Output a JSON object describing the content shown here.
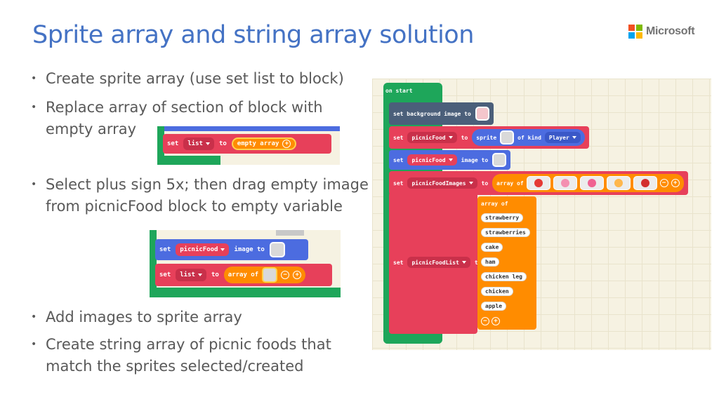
{
  "slide": {
    "title": "Sprite array and string array solution",
    "brand": "Microsoft"
  },
  "bullets": [
    {
      "dot": "•",
      "lines": [
        "Create sprite array (use set list to block)"
      ]
    },
    {
      "dot": "•",
      "lines": [
        "Replace array of section of block with",
        "empty array"
      ]
    },
    {
      "dot": "•",
      "lines": [
        "Select plus sign 5x; then drag empty image",
        "from picnicFood block to empty variable"
      ]
    },
    {
      "dot": "•",
      "lines": [
        "Add images to sprite array"
      ]
    },
    {
      "dot": "•",
      "lines": [
        "Create string array of picnic foods that",
        "match the sprites selected/created"
      ]
    }
  ],
  "snippet1": {
    "set": "set",
    "var": "list",
    "to": "to",
    "value": "empty array",
    "plus": "+"
  },
  "snippet2": {
    "set1": "set",
    "var1": "picnicFood",
    "op1": "image to",
    "set2": "set",
    "var2": "list",
    "to2": "to",
    "array_of": "array of",
    "minus": "−",
    "plus": "+"
  },
  "code": {
    "on_start": "on start",
    "bg_label": "set background image to",
    "row2": {
      "set": "set",
      "var": "picnicFood",
      "to": "to",
      "sprite": "sprite",
      "of_kind": "of kind",
      "kind": "Player"
    },
    "row3": {
      "set": "set",
      "var": "picnicFood",
      "op": "image to"
    },
    "row4": {
      "set": "set",
      "var": "picnicFoodImages",
      "to": "to",
      "array_of": "array of"
    },
    "row5": {
      "set": "set",
      "var": "picnicFoodList",
      "to": "to",
      "array_of": "array of"
    },
    "strings": [
      "strawberry",
      "strawberries",
      "cake",
      "ham",
      "chicken leg",
      "chicken",
      "apple"
    ],
    "minus": "−",
    "plus": "+",
    "food_icons": [
      {
        "name": "strawberry-icon",
        "color": "#e53935"
      },
      {
        "name": "cake-icon",
        "color": "#f48fb1"
      },
      {
        "name": "ham-icon",
        "color": "#f06292"
      },
      {
        "name": "chicken-leg-icon",
        "color": "#ffb74d"
      },
      {
        "name": "apple-icon",
        "color": "#d32f2f"
      }
    ]
  },
  "colors": {
    "title": "#4472c4",
    "body_text": "#595959",
    "block_red": "#e7405a",
    "block_blue": "#4c6ce0",
    "block_green": "#1ea65a",
    "block_orange": "#ff8c00"
  }
}
